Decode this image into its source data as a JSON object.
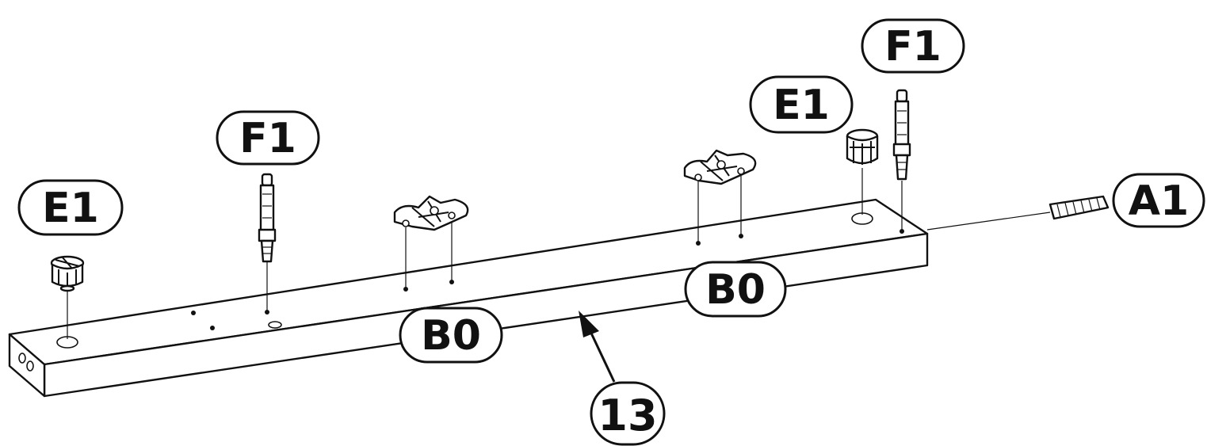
{
  "labels": {
    "e1_left": "E1",
    "f1_left": "F1",
    "e1_right": "E1",
    "f1_right": "F1",
    "a1": "A1",
    "b0_left": "B0",
    "b0_right": "B0",
    "part_13": "13"
  }
}
